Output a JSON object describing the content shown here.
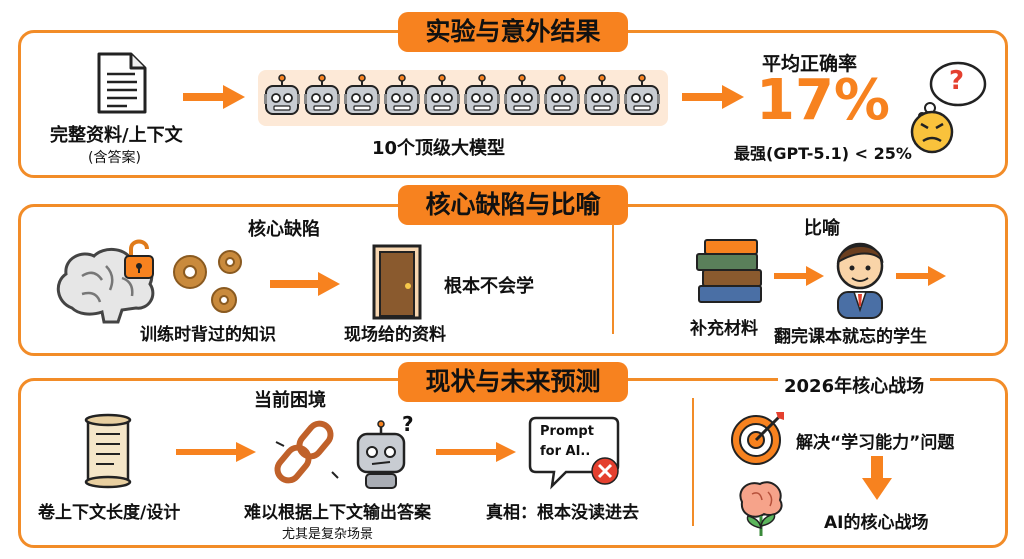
{
  "section1": {
    "title": "实验与意外结果",
    "input_label": "完整资料/上下文",
    "input_sublabel": "(含答案)",
    "models_label": "10个顶级大模型",
    "accuracy_title": "平均正确率",
    "accuracy_value": "17%",
    "best_label": "最强(GPT-5.1) < 25%",
    "question_mark": "?"
  },
  "section2": {
    "title": "核心缺陷与比喻",
    "defect_title": "核心缺陷",
    "trained_label": "训练时背过的知识",
    "onsite_label": "现场给的资料",
    "cannot_learn": "根本不会学",
    "metaphor_title": "比喻",
    "supplement_label": "补充材料",
    "student_label": "翻完课本就忘的学生"
  },
  "section3": {
    "title": "现状与未来预测",
    "dilemma_title": "当前困境",
    "scroll_label": "卷上下文长度/设计",
    "robot_label": "难以根据上下文输出答案",
    "robot_sublabel": "尤其是复杂场景",
    "robot_question": "?",
    "prompt_text_1": "Prompt",
    "prompt_text_2": "for AI..",
    "truth_label": "真相：根本没读进去",
    "future_title": "2026年核心战场",
    "solve_label": "解决“学习能力”问题",
    "battlefield_label": "AI的核心战场"
  },
  "colors": {
    "accent": "#f7821f",
    "border": "#f28c28"
  }
}
